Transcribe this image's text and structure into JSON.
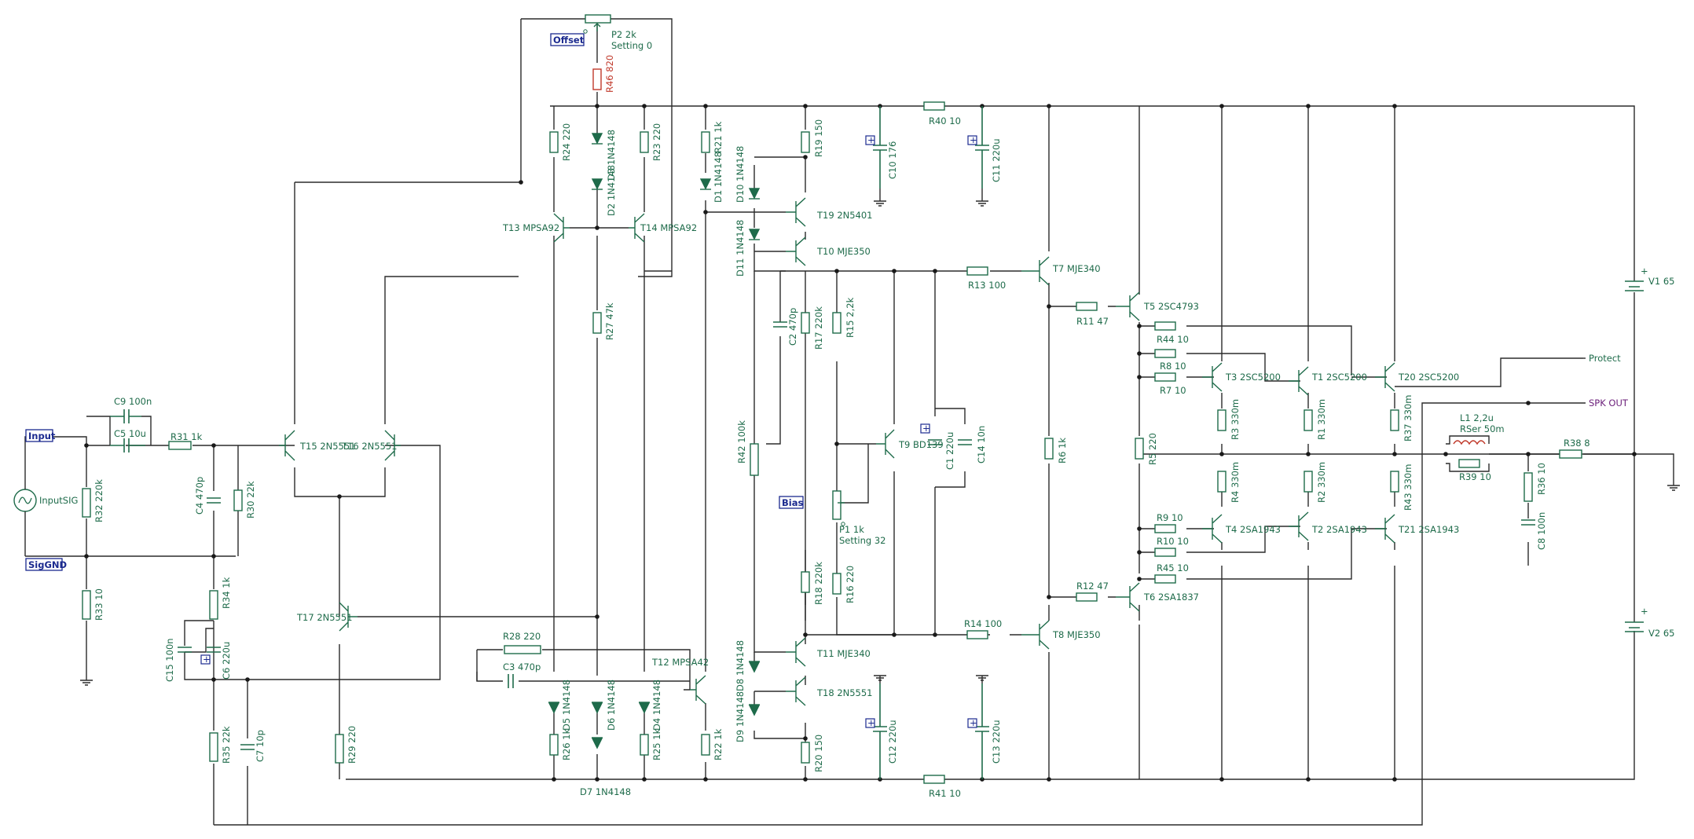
{
  "ports": {
    "input": "Input",
    "siggnd": "SigGND",
    "offset": "Offset",
    "bias": "Bias",
    "protect": "Protect",
    "spk_out": "SPK OUT"
  },
  "sources": {
    "inputsig": "InputSIG",
    "v1": "V1 65",
    "v2": "V2 65"
  },
  "pots": {
    "p2": "P2 2k",
    "p2_setting": "Setting 0",
    "p1": "P1 1k",
    "p1_setting": "Setting 32"
  },
  "resistors": {
    "r46": "R46 820",
    "r24": "R24 220",
    "r23": "R23 220",
    "r21": "R21 1k",
    "r19": "R19 150",
    "r40": "R40 10",
    "r27": "R27 47k",
    "r31": "R31 1k",
    "r32": "R32 220k",
    "r30": "R30 22k",
    "r33": "R33 10",
    "r34": "R34 1k",
    "r35": "R35 22k",
    "r29": "R29 220",
    "r28": "R28 220",
    "r26": "R26 1k",
    "r25": "R25 1k",
    "r22": "R22 1k",
    "r42": "R42 100k",
    "r17": "R17 220k",
    "r15": "R15 2,2k",
    "r13": "R13 100",
    "r18": "R18 220k",
    "r16": "R16 220",
    "r14": "R14 100",
    "r20": "R20 150",
    "r41": "R41 10",
    "r6": "R6 1k",
    "r11": "R11 47",
    "r12": "R12 47",
    "r5": "R5 220",
    "r44": "R44 10",
    "r8": "R8 10",
    "r7": "R7 10",
    "r9": "R9 10",
    "r10": "R10 10",
    "r45": "R45 10",
    "r3": "R3 330m",
    "r4": "R4 330m",
    "r1": "R1 330m",
    "r2": "R2 330m",
    "r37": "R37 330m",
    "r43": "R43 330m",
    "r39": "R39 10",
    "r38": "R38 8",
    "r36": "R36 10"
  },
  "capacitors": {
    "c9": "C9 100n",
    "c5": "C5 10u",
    "c4": "C4 470p",
    "c15": "C15 100n",
    "c6": "C6 220u",
    "c7": "C7 10p",
    "c3": "C3 470p",
    "c2": "C2 470p",
    "c10": "C10 176",
    "c11": "C11 220u",
    "c1": "C1 220u",
    "c14": "C14 10n",
    "c12": "C12 220u",
    "c13": "C13 220u",
    "c8": "C8 100n"
  },
  "inductors": {
    "l1": "L1 2,2u",
    "l1_rser": "RSer 50m"
  },
  "diodes": {
    "d3": "D3 1N4148",
    "d2": "D2 1N4148",
    "d1": "D1 1N4148",
    "d10": "D10 1N4148",
    "d11": "D11 1N4148",
    "d5": "D5 1N4148",
    "d6": "D6 1N4148",
    "d4": "D4 1N4148",
    "d7": "D7 1N4148",
    "d8": "D8 1N4148",
    "d9": "D9 1N4148"
  },
  "transistors": {
    "t13": "T13 MPSA92",
    "t14": "T14 MPSA92",
    "t15": "T15 2N5551",
    "t16": "T16 2N5551",
    "t17": "T17 2N5551",
    "t12": "T12 MPSA42",
    "t19": "T19 2N5401",
    "t10": "T10 MJE350",
    "t11": "T11 MJE340",
    "t18": "T18 2N5551",
    "t9": "T9 BD139",
    "t7": "T7 MJE340",
    "t8": "T8 MJE350",
    "t5": "T5 2SC4793",
    "t6": "T6 2SA1837",
    "t3": "T3 2SC5200",
    "t1": "T1 2SC5200",
    "t20": "T20 2SC5200",
    "t4": "T4 2SA1943",
    "t2": "T2 2SA1943",
    "t21": "T21 2SA1943"
  }
}
